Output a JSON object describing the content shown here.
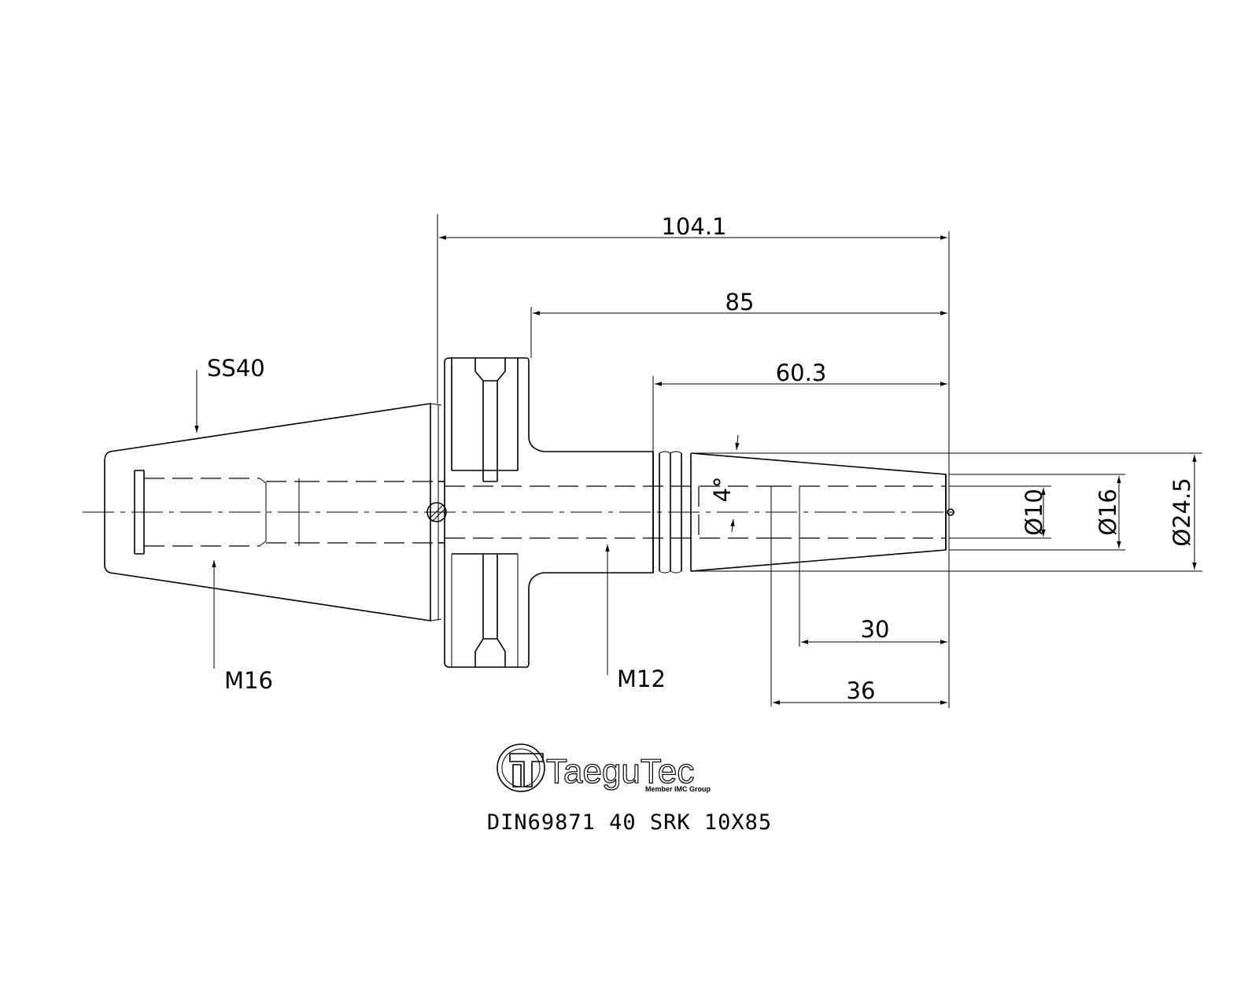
{
  "dimensions": {
    "overall_length": "104.1",
    "length_85": "85",
    "length_60_3": "60.3",
    "length_30": "30",
    "length_36": "36",
    "dia_10": "Ø10",
    "dia_16": "Ø16",
    "dia_24_5": "Ø24.5",
    "taper_angle": "4°"
  },
  "labels": {
    "taper": "SS40",
    "thread_left": "M16",
    "thread_right": "M12"
  },
  "logo": {
    "brand": "TaeguTec",
    "sub": "Member IMC Group"
  },
  "title": "DIN69871 40 SRK 10X85"
}
